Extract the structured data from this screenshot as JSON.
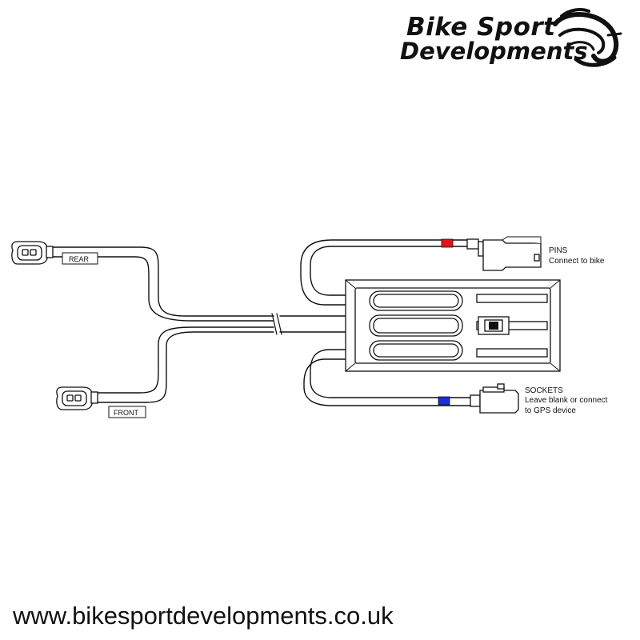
{
  "logo": {
    "line1": "Bike Sport",
    "line2": "Developments"
  },
  "labels": {
    "rear": "REAR",
    "front": "FRONT",
    "pins_title": "PINS",
    "pins_desc": "Connect to bike",
    "sockets_title": "SOCKETS",
    "sockets_desc_1": "Leave blank or connect",
    "sockets_desc_2": "to GPS device"
  },
  "footer": {
    "url": "www.bikesportdevelopments.co.uk"
  },
  "colors": {
    "line": "#111111",
    "pins_marker": "#e0141a",
    "sockets_marker": "#1a2fd6",
    "background": "#ffffff"
  }
}
